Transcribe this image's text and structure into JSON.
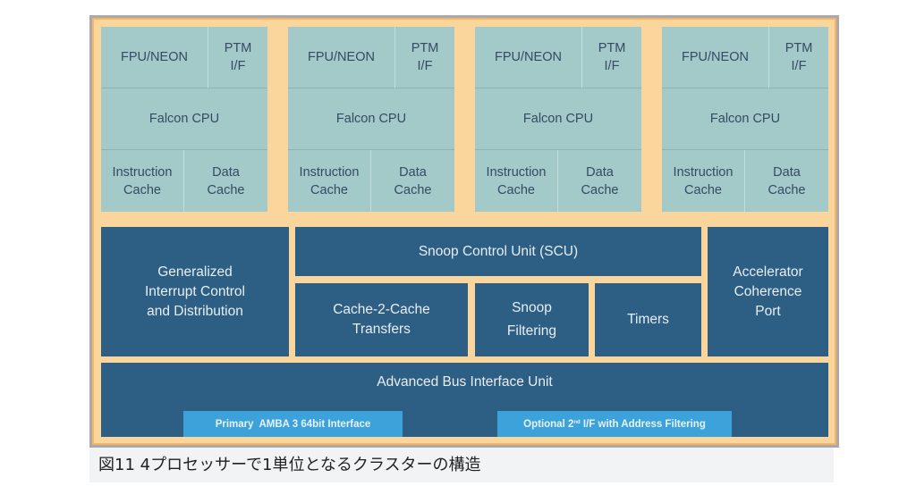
{
  "diagram": {
    "cpus": [
      {
        "fpu": "FPU/NEON",
        "ptm": [
          "PTM",
          "I/F"
        ],
        "core": "Falcon CPU",
        "icache": [
          "Instruction",
          "Cache"
        ],
        "dcache": [
          "Data",
          "Cache"
        ]
      },
      {
        "fpu": "FPU/NEON",
        "ptm": [
          "PTM",
          "I/F"
        ],
        "core": "Falcon CPU",
        "icache": [
          "Instruction",
          "Cache"
        ],
        "dcache": [
          "Data",
          "Cache"
        ]
      },
      {
        "fpu": "FPU/NEON",
        "ptm": [
          "PTM",
          "I/F"
        ],
        "core": "Falcon CPU",
        "icache": [
          "Instruction",
          "Cache"
        ],
        "dcache": [
          "Data",
          "Cache"
        ]
      },
      {
        "fpu": "FPU/NEON",
        "ptm": [
          "PTM",
          "I/F"
        ],
        "core": "Falcon CPU",
        "icache": [
          "Instruction",
          "Cache"
        ],
        "dcache": [
          "Data",
          "Cache"
        ]
      }
    ],
    "gic": [
      "Generalized",
      "Interrupt Control",
      "and Distribution"
    ],
    "scu": "Snoop Control Unit (SCU)",
    "c2c": [
      "Cache-2-Cache",
      "Transfers"
    ],
    "snoop_filter": [
      "Snoop",
      "Filtering"
    ],
    "timers": "Timers",
    "acp": [
      "Accelerator",
      "Coherence",
      "Port"
    ],
    "bus": "Advanced Bus Interface Unit",
    "primary_if": "Primary  AMBA 3 64bit Interface",
    "optional_if": {
      "pre": "Optional 2",
      "sup": "nd",
      "post": " I/F with Address Filtering"
    }
  },
  "caption": "図11 4プロセッサーで1単位となるクラスターの構造",
  "colors": {
    "peach": "#fad59c",
    "orange_border": "#f7b564",
    "cpu_cell": "#a3c9c9",
    "cpu_text": "#354a64",
    "blue_block": "#2d5e84",
    "interface_tag": "#3ca2d9",
    "caption_bg": "#f2f3f5"
  }
}
